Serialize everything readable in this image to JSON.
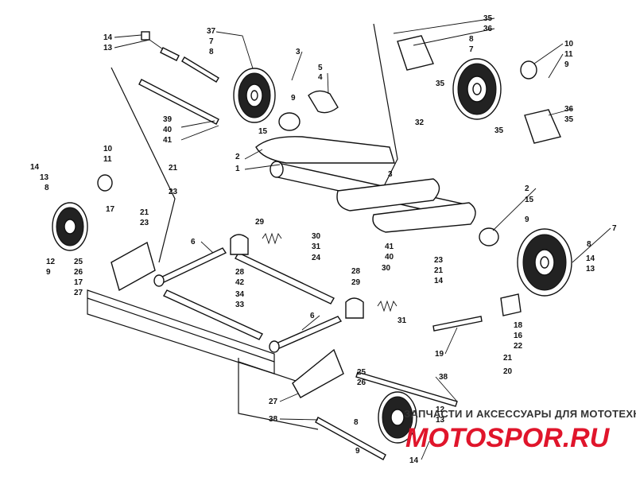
{
  "callouts": [
    "14",
    "13",
    "37",
    "7",
    "8",
    "3",
    "5",
    "4",
    "9",
    "15",
    "39",
    "40",
    "41",
    "2",
    "1",
    "10",
    "11",
    "14",
    "13",
    "8",
    "12",
    "9",
    "25",
    "26",
    "17",
    "27",
    "17",
    "21",
    "23",
    "21",
    "23",
    "3",
    "35",
    "36",
    "8",
    "7",
    "35",
    "10",
    "11",
    "9",
    "36",
    "35",
    "35",
    "32",
    "2",
    "15",
    "9",
    "7",
    "8",
    "14",
    "13",
    "6",
    "29",
    "30",
    "31",
    "24",
    "28",
    "42",
    "34",
    "33",
    "28",
    "29",
    "30",
    "31",
    "41",
    "40",
    "23",
    "21",
    "14",
    "18",
    "16",
    "22",
    "21",
    "20",
    "19",
    "6",
    "38",
    "27",
    "25",
    "26",
    "8",
    "12",
    "13",
    "9",
    "14",
    "38"
  ],
  "watermark": {
    "line1": "ЗАПЧАСТИ И АКСЕССУАРЫ ДЛЯ МОТОТЕХНИКИ",
    "line2": "MOTOSPOR.RU"
  },
  "colors": {
    "ink": "#111111",
    "watermark_red": "#e0152b"
  }
}
